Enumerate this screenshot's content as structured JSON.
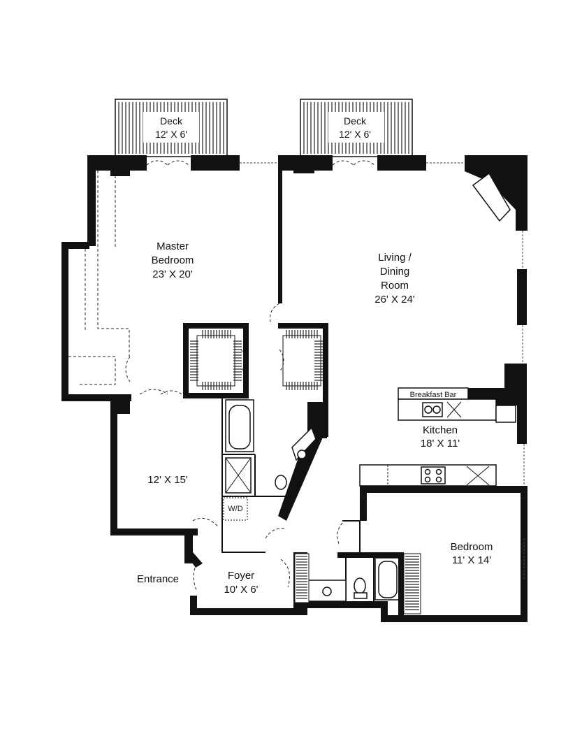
{
  "rooms": {
    "deck_left": {
      "name": "Deck",
      "size": "12' X 6'"
    },
    "deck_right": {
      "name": "Deck",
      "size": "12' X 6'"
    },
    "master_bedroom": {
      "line1": "Master",
      "line2": "Bedroom",
      "size": "23' X 20'"
    },
    "living_dining": {
      "line1": "Living /",
      "line2": "Dining",
      "line3": "Room",
      "size": "26' X 24'"
    },
    "breakfast_bar": {
      "name": "Breakfast Bar"
    },
    "kitchen": {
      "name": "Kitchen",
      "size": "18' X 11'"
    },
    "second_room": {
      "size": "12' X 15'"
    },
    "laundry": {
      "name": "W/D"
    },
    "foyer": {
      "name": "Foyer",
      "size": "10' X 6'"
    },
    "entrance": {
      "name": "Entrance"
    },
    "bedroom": {
      "name": "Bedroom",
      "size": "11' X 14'"
    }
  },
  "colors": {
    "wall": "#111111",
    "background": "#ffffff"
  }
}
